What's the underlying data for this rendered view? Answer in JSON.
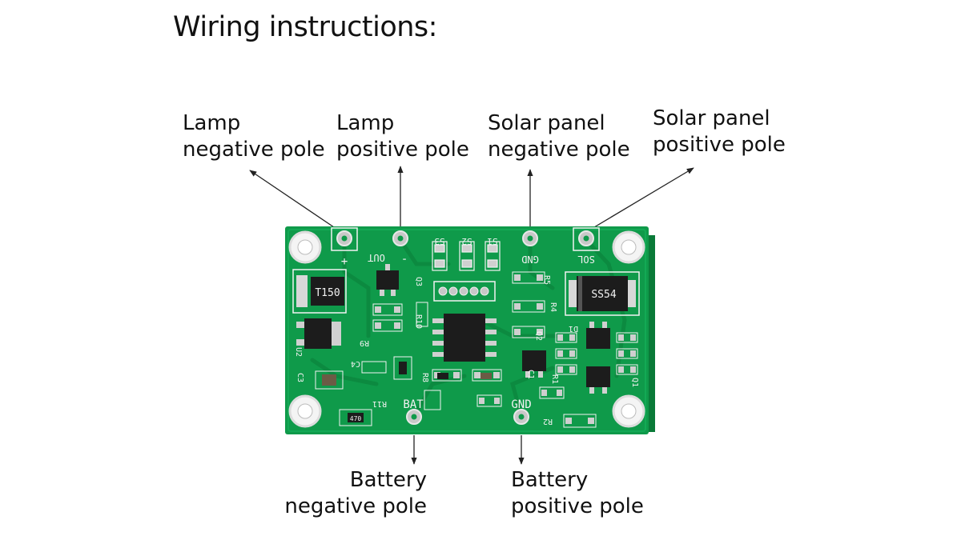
{
  "title": "Wiring instructions:",
  "labels": {
    "lamp_negative": {
      "line1": "Lamp",
      "line2": "negative pole"
    },
    "lamp_positive": {
      "line1": "Lamp",
      "line2": "positive pole"
    },
    "solar_negative": {
      "line1": "Solar panel",
      "line2": "negative pole"
    },
    "solar_positive": {
      "line1": "Solar panel",
      "line2": "positive pole"
    },
    "battery_negative": {
      "line1": "Battery",
      "line2": "negative pole"
    },
    "battery_positive": {
      "line1": "Battery",
      "line2": "positive pole"
    }
  },
  "board": {
    "out_label": "OUT",
    "gnd_top": "GND",
    "sol_label": "SOL",
    "bat_label": "BAT",
    "gnd_bottom": "GND",
    "s1": "S1",
    "s2": "S2",
    "s3": "S3",
    "chip_t150": "T150",
    "chip_ss54": "SS54",
    "plus_sign": "+",
    "minus_sign": "-",
    "res_470": "470",
    "res_r8": "R8",
    "res_r9": "R9",
    "res_r10": "R10",
    "res_r11": "R11",
    "res_r1": "R1",
    "res_r2": "R2",
    "res_r4": "R4",
    "res_r5": "R5",
    "cap_c1": "C1",
    "cap_c3": "C3",
    "cap_c4": "C4",
    "diode_d1": "D1",
    "ic_u2": "U2",
    "q1": "Q1",
    "q2": "Q2",
    "q3": "Q3"
  },
  "colors": {
    "board": "#0f9a4a",
    "board_dark": "#0a7a38",
    "silk": "#f2f2f2",
    "pad": "#c8c8c8",
    "chip": "#1c1c1c"
  }
}
